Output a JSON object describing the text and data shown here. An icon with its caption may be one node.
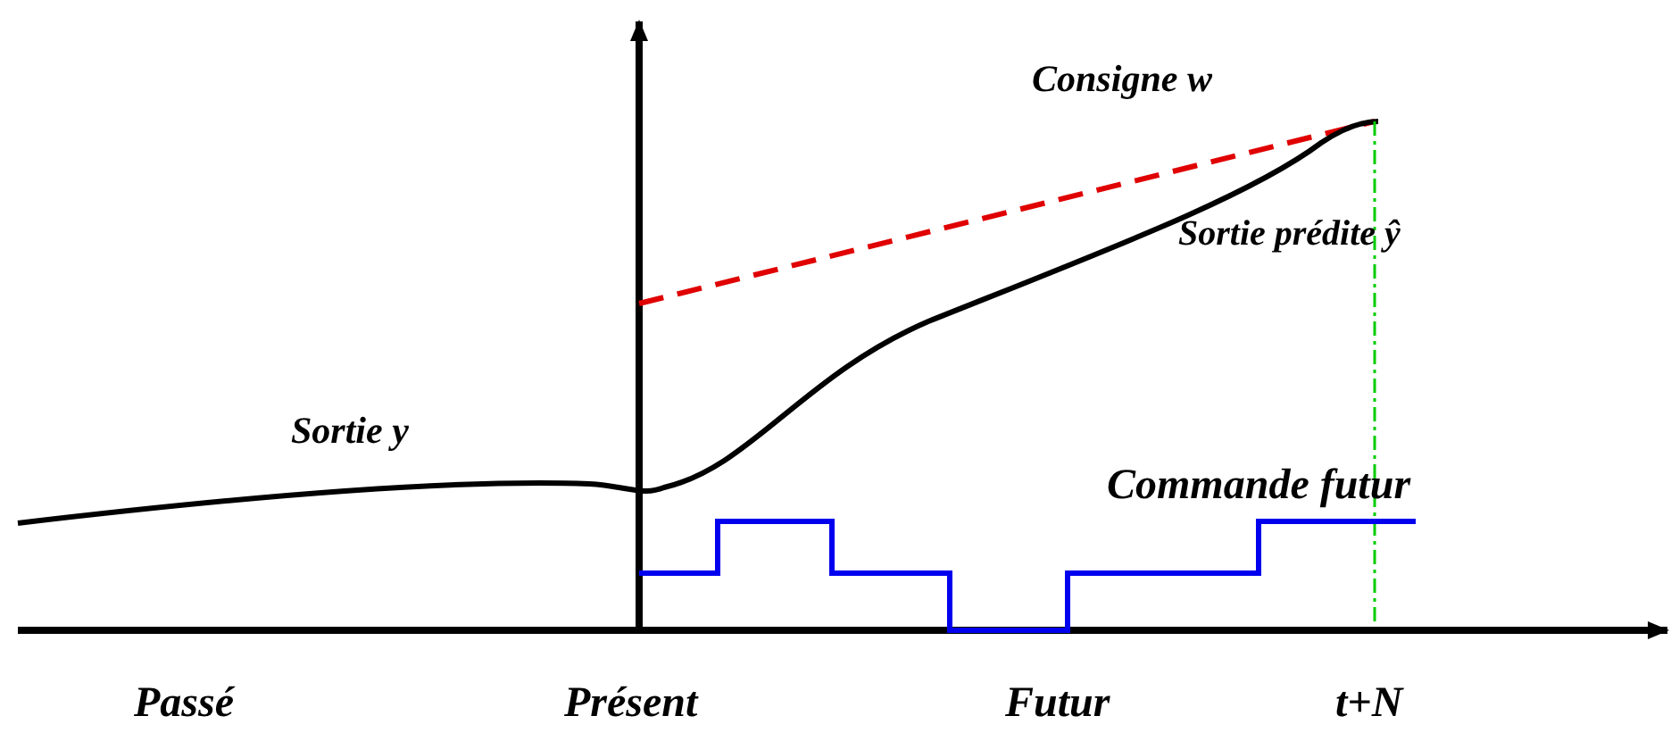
{
  "diagram": {
    "labels": [
      "Consigne w",
      "Sortie prédite ŷ",
      "Sortie y",
      "Commande futur",
      "Passé",
      "Présent",
      "Futur",
      "t+N"
    ]
  }
}
